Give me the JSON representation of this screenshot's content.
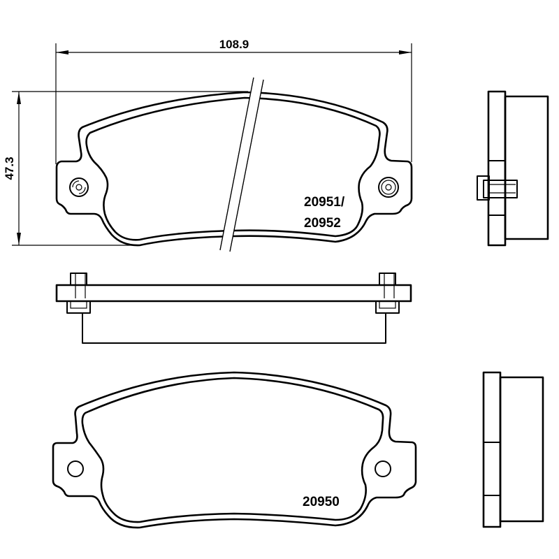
{
  "drawing": {
    "subject": "Brake pad set technical drawing",
    "dimensions": {
      "width_label": "108.9",
      "height_label": "47.3"
    },
    "views": {
      "top_pad": {
        "part_numbers_line1": "20951/",
        "part_numbers_line2": "20952",
        "has_mounting_holes": true,
        "has_break_lines": true
      },
      "top_side_view": {
        "has_clip": true
      },
      "plan_view": {
        "has_retaining_clips": true
      },
      "bottom_pad": {
        "part_number": "20950",
        "has_mounting_holes": true
      },
      "bottom_side_view": {
        "has_clip": false
      }
    },
    "colors": {
      "line": "#000000",
      "background": "#ffffff"
    }
  }
}
